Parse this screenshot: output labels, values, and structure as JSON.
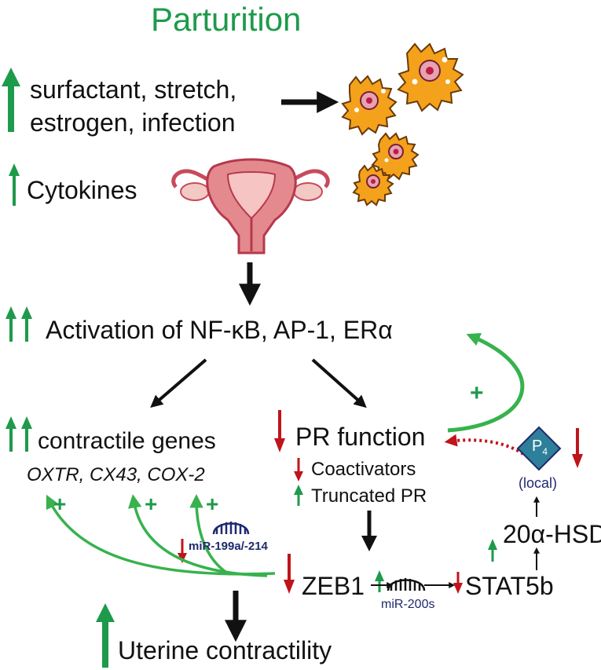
{
  "title": "Parturition",
  "stimuli": {
    "line1": "surfactant, stretch,",
    "line2": "estrogen, infection"
  },
  "cytokines": "Cytokines",
  "activation": "Activation of NF-κB, AP-1, ERα",
  "contractile": {
    "label": "contractile genes",
    "genes": "OXTR, CX43, COX-2"
  },
  "pr": {
    "label": "PR function",
    "coactivators": "Coactivators",
    "truncated": "Truncated PR"
  },
  "mir199": "miR-199a/-214",
  "zeb1": "ZEB1",
  "mir200": "miR-200s",
  "stat5b": "STAT5b",
  "hsd": "20α-HSD",
  "p4": {
    "label": "P",
    "sub": "4",
    "local": "(local)"
  },
  "outcome": "Uterine contractility",
  "plus": "+",
  "colors": {
    "up": "#1e9a4b",
    "down": "#c0141b",
    "positive_loop": "#37b24d",
    "black": "#111111",
    "navy": "#1f2a6e",
    "p4_fill": "#2e7f9a"
  }
}
